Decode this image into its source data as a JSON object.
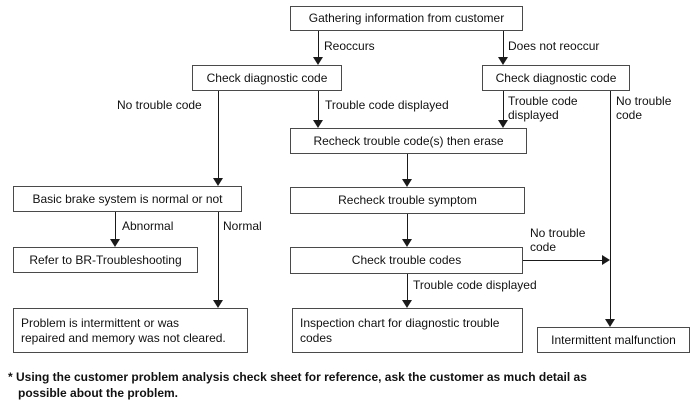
{
  "flowchart": {
    "nodes": {
      "gathering": {
        "label": "Gathering information from customer"
      },
      "check_diag_left": {
        "label": "Check diagnostic code"
      },
      "check_diag_right": {
        "label": "Check diagnostic code"
      },
      "recheck_erase": {
        "label": "Recheck trouble code(s) then erase"
      },
      "recheck_symptom": {
        "label": "Recheck trouble symptom"
      },
      "basic_brake": {
        "label": "Basic brake system is normal or not"
      },
      "refer_br": {
        "label": "Refer to BR-Troubleshooting"
      },
      "problem_intermittent": {
        "label": "Problem is intermittent or was\nrepaired and memory was not cleared."
      },
      "check_codes": {
        "label": "Check trouble codes"
      },
      "inspection_chart": {
        "label": "Inspection chart for diagnostic trouble\ncodes"
      },
      "intermittent_malfunction": {
        "label": "Intermittent malfunction"
      }
    },
    "edge_labels": {
      "reoccurs": "Reoccurs",
      "does_not_reoccur": "Does not reoccur",
      "no_trouble_code_left": "No trouble code",
      "trouble_code_displayed_mid": "Trouble code displayed",
      "trouble_code_displayed_right": "Trouble code\ndisplayed",
      "no_trouble_code_far_right": "No trouble\ncode",
      "abnormal": "Abnormal",
      "normal": "Normal",
      "no_trouble_code_mid_right": "No trouble\ncode",
      "trouble_code_displayed_bottom": "Trouble code displayed"
    },
    "footnote": {
      "line1": "* Using the customer problem analysis check sheet for reference, ask the customer as much detail as",
      "line2": "possible about the problem."
    },
    "colors": {
      "line": "#1a1a1a",
      "box_border": "#4a4a4a",
      "background": "#ffffff",
      "text": "#111111"
    }
  }
}
